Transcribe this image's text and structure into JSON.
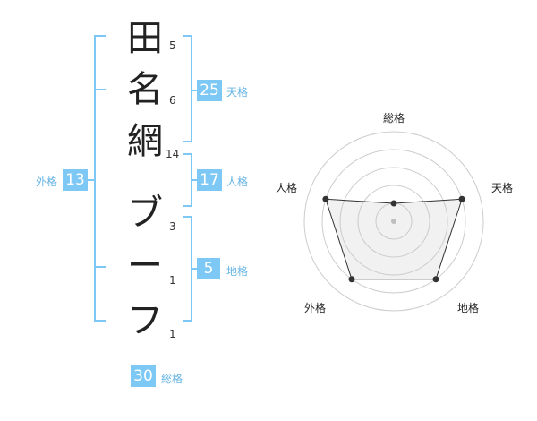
{
  "name": {
    "chars": [
      "田",
      "名",
      "網",
      "ブ",
      "ー",
      "フ"
    ],
    "strokes": [
      "5",
      "6",
      "14",
      "3",
      "1",
      "1"
    ]
  },
  "kaku": {
    "tenkaku": {
      "value": "25",
      "label": "天格"
    },
    "jinkaku": {
      "value": "17",
      "label": "人格"
    },
    "chikaku": {
      "value": "5",
      "label": "地格"
    },
    "gaikaku": {
      "value": "13",
      "label": "外格"
    },
    "soukaku": {
      "value": "30",
      "label": "総格"
    }
  },
  "radar": {
    "labels": {
      "soukaku": "総格",
      "tenkaku": "天格",
      "chikaku": "地格",
      "gaikaku": "外格",
      "jinkaku": "人格"
    },
    "scores": [
      0.2,
      0.8,
      0.8,
      0.8,
      0.8
    ]
  },
  "colors": {
    "accent": "#7dc8f4",
    "bracket": "#7dc8f4",
    "label": "#66b4e4"
  }
}
